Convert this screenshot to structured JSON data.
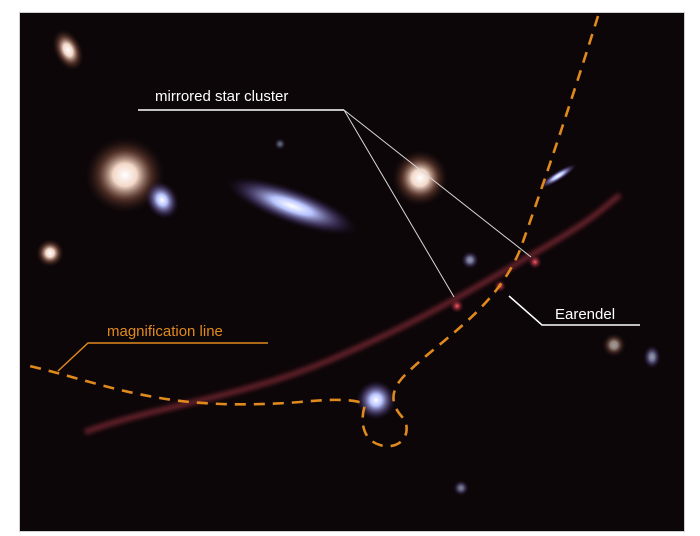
{
  "annotations": {
    "mirrored_star_cluster": "mirrored star cluster",
    "earendel": "Earendel",
    "magnification_line": "magnification line"
  },
  "colors": {
    "background": "#0c0608",
    "annotation_white": "#ffffff",
    "magnification_orange": "#e08a1e",
    "lensed_arc": "#8a2a3a"
  }
}
